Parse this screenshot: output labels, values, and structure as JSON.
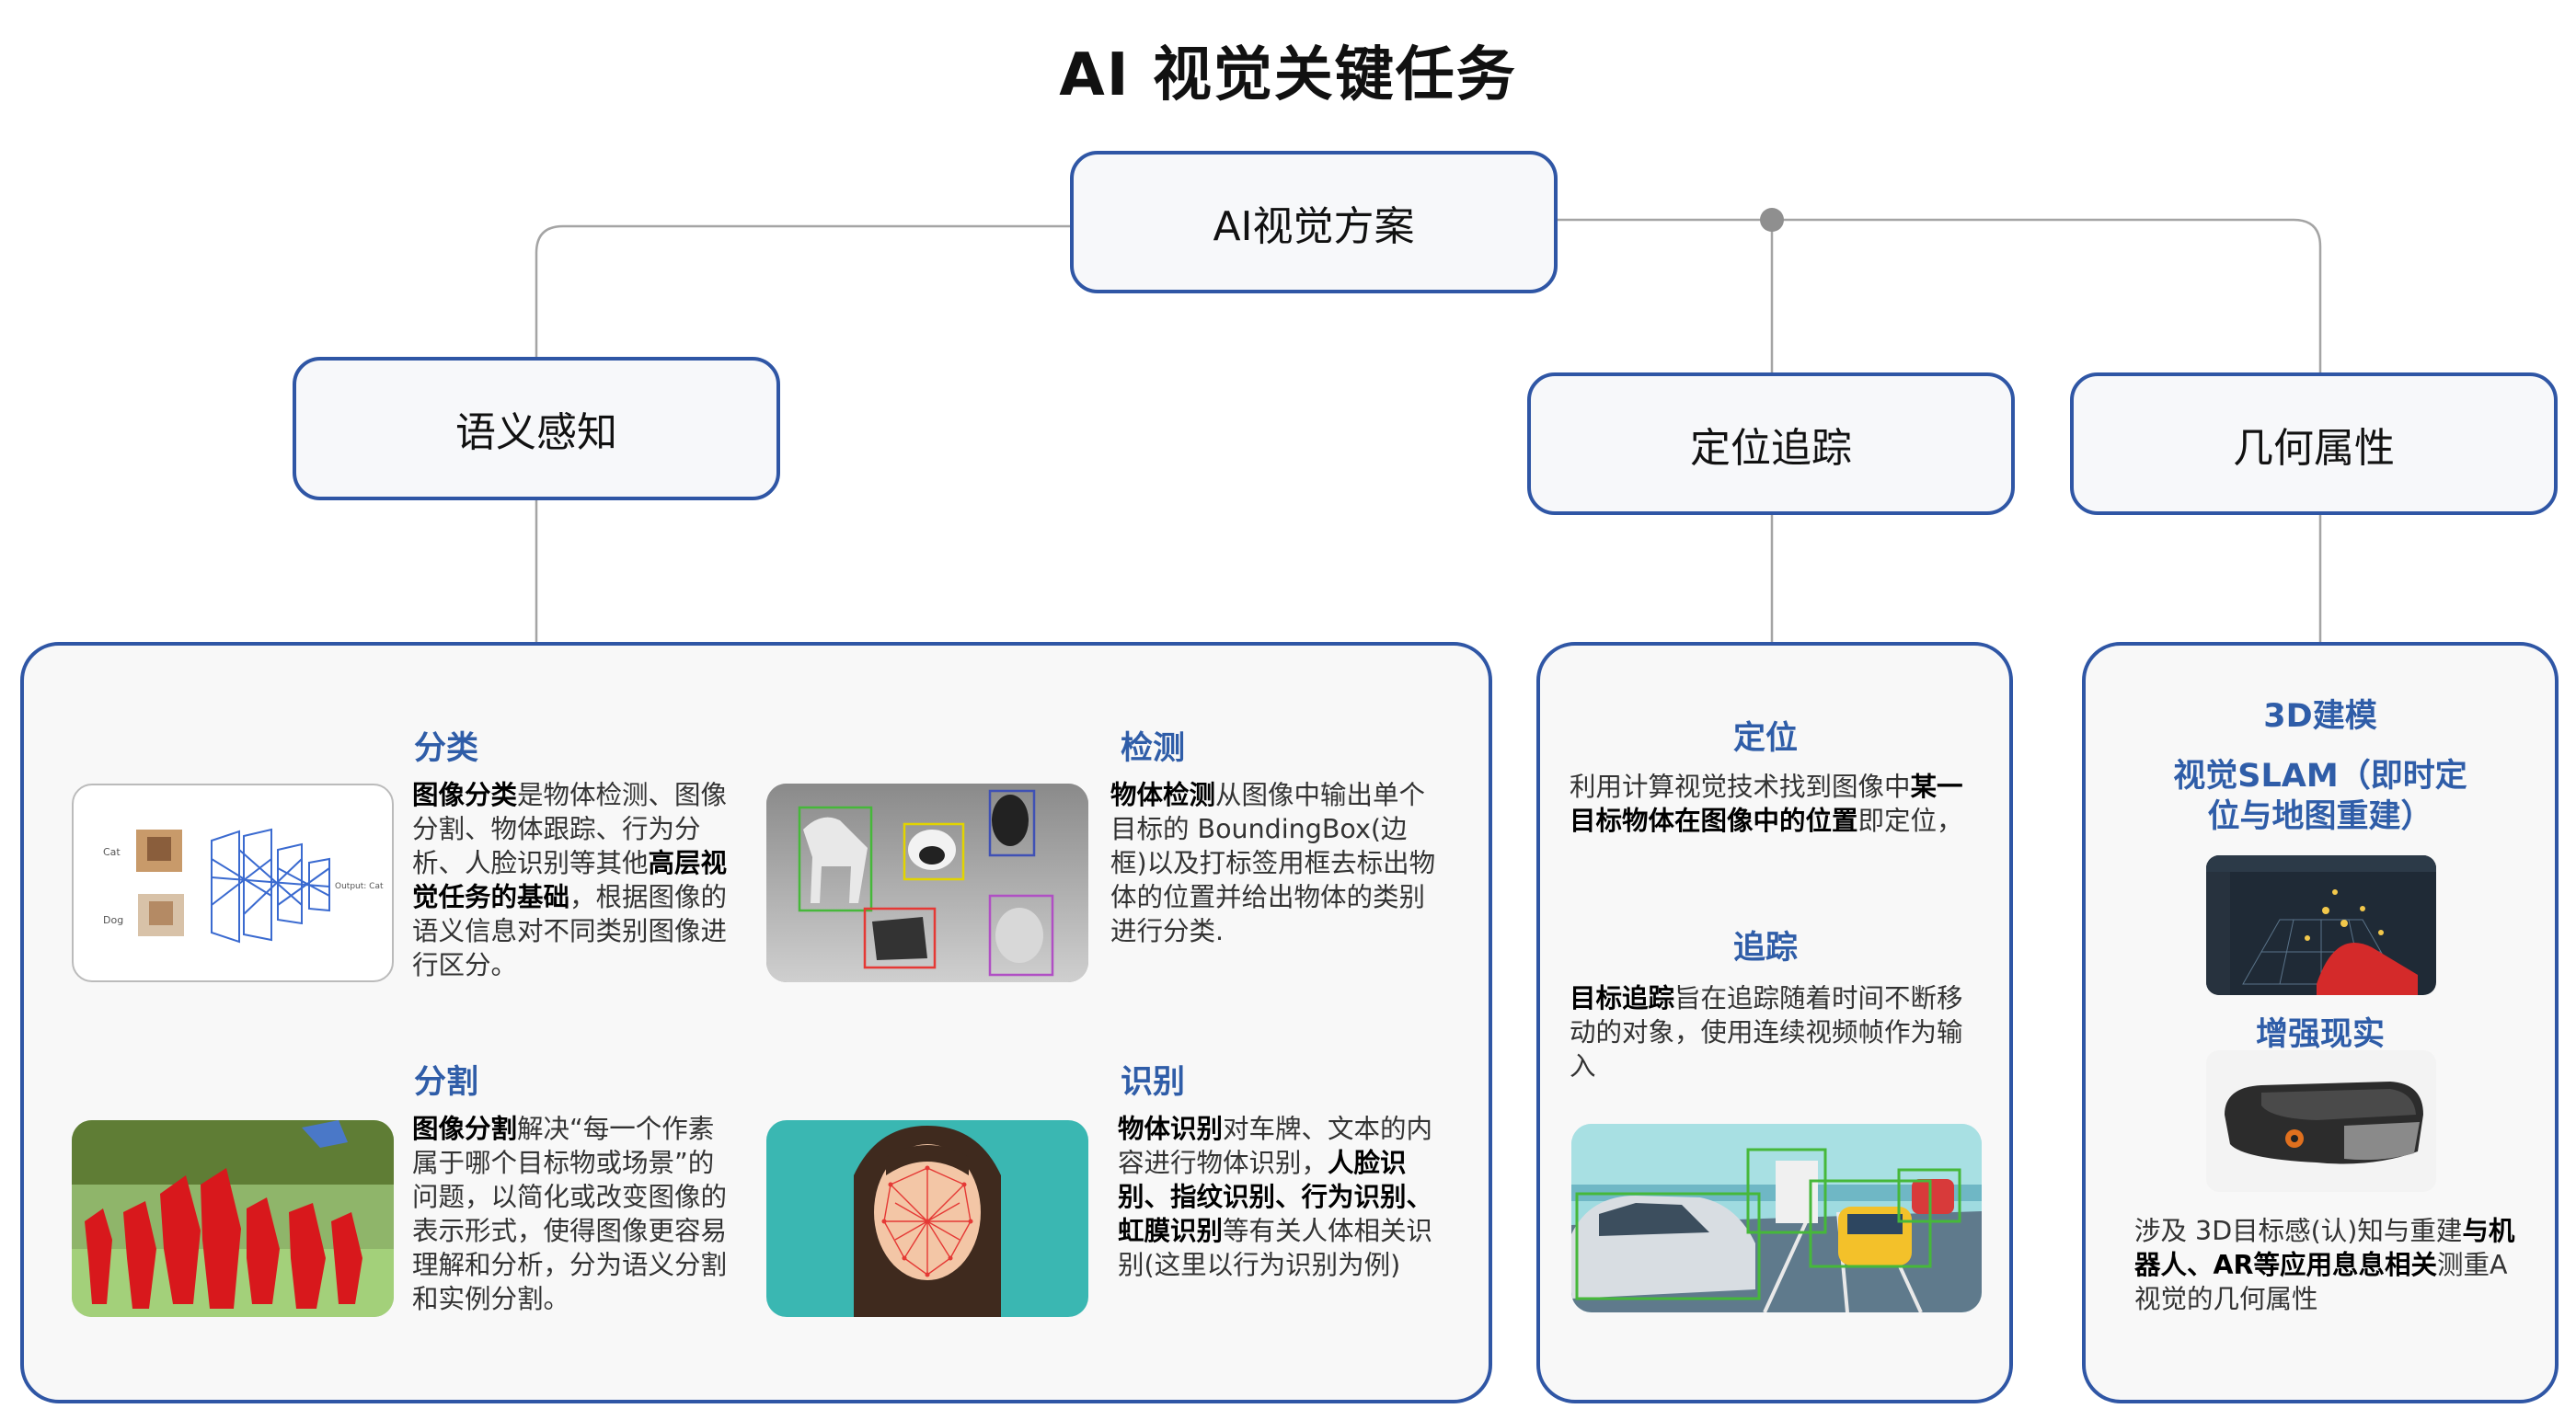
{
  "title": "AI 视觉关键任务",
  "root": {
    "label": "AI视觉方案"
  },
  "branches": {
    "semantic": {
      "label": "语义感知"
    },
    "tracking": {
      "label": "定位追踪"
    },
    "geometry": {
      "label": "几何属性"
    }
  },
  "semantic_panel": {
    "classification": {
      "title": "分类",
      "segments": [
        {
          "text": "图像分类",
          "bold": true
        },
        {
          "text": "是物体检测、图像分割、物体跟踪、行为分析、人脸识别等其他",
          "bold": false
        },
        {
          "text": "高层视觉任务的基础",
          "bold": true
        },
        {
          "text": "，根据图像的语义信息对不同类别图像进行区分。",
          "bold": false
        }
      ],
      "image_labels": [
        "Cat",
        "Dog",
        "Output: Cat"
      ]
    },
    "detection": {
      "title": "检测",
      "segments": [
        {
          "text": "物体检测",
          "bold": true
        },
        {
          "text": "从图像中输出单个目标的 BoundingBox(边框)以及打标签用框去标出物体的位置并给出物体的类别进行分类.",
          "bold": false
        }
      ]
    },
    "segmentation": {
      "title": "分割",
      "segments": [
        {
          "text": "图像分割",
          "bold": true
        },
        {
          "text": "解决“每一个作素属于哪个目标物或场景”的问题，以简化或改变图像的表示形式，使得图像更容易理解和分析，分为语义分割和实例分割。",
          "bold": false
        }
      ]
    },
    "recognition": {
      "title": "识别",
      "segments": [
        {
          "text": "物体识别",
          "bold": true
        },
        {
          "text": "对车牌、文本的内容进行物体识别，",
          "bold": false
        },
        {
          "text": "人脸识别、指纹识别、行为识别、虹膜识别",
          "bold": true
        },
        {
          "text": "等有关人体相关识别(这里以行为识别为例)",
          "bold": false
        }
      ]
    }
  },
  "tracking_panel": {
    "locate": {
      "title": "定位",
      "segments": [
        {
          "text": "利用计算视觉技术找到图像中",
          "bold": false
        },
        {
          "text": "某一目标物体在图像中的位置",
          "bold": true
        },
        {
          "text": "即定位，",
          "bold": false
        }
      ]
    },
    "track": {
      "title": "追踪",
      "segments": [
        {
          "text": "目标追踪",
          "bold": true
        },
        {
          "text": "旨在追踪随着时间不断移动的对象，使用连续视频帧作为输入",
          "bold": false
        }
      ]
    }
  },
  "geometry_panel": {
    "modeling_title": "3D建模",
    "slam_title": "视觉SLAM（即时定位与地图重建）",
    "ar_title": "增强现实",
    "segments": [
      {
        "text": "涉及 3D目标感(认)知与重建",
        "bold": false
      },
      {
        "text": "与机器人、AR等应用息息相关",
        "bold": true
      },
      {
        "text": "测重A视觉的几何属性",
        "bold": false
      }
    ]
  },
  "colors": {
    "border": "#2f56a5",
    "section_title": "#2f5da8",
    "connector": "#9a9a9a",
    "bbox_green": "#46b83a",
    "seg_red": "#d8181c",
    "face_teal": "#3ab7b2"
  },
  "icons": [
    "neural-network-icon",
    "horse-icon",
    "face-mesh-icon",
    "car-icon",
    "vr-headset-icon",
    "point-cloud-icon"
  ]
}
